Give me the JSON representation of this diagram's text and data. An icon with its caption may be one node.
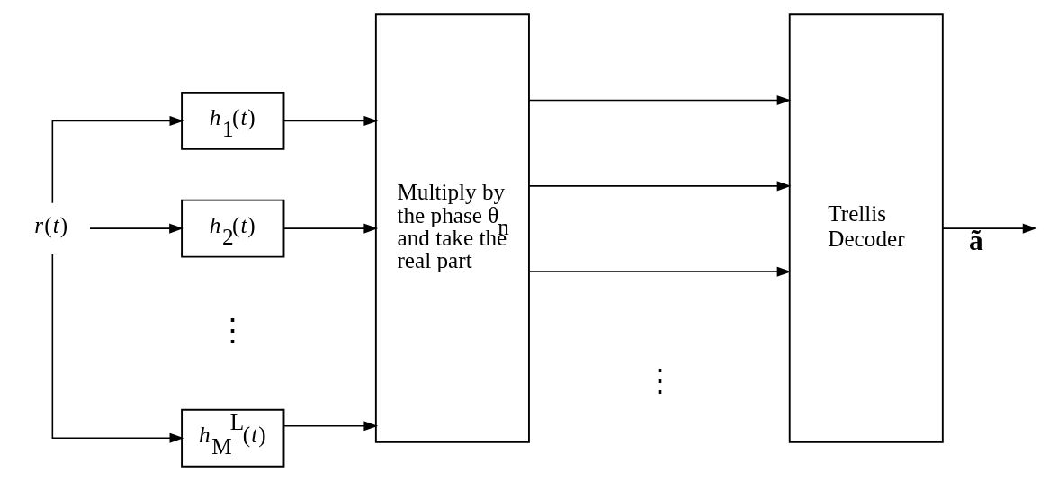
{
  "diagram": {
    "nodes": [
      {
        "text": [
          "*r*(*t*)"
        ]
      },
      {
        "text": [
          "*h*$_{1}$(*t*)"
        ]
      },
      {
        "text": [
          "*h*$_{2}$(*t*)"
        ]
      },
      {
        "text": [
          "*h*$_{M}$$^{L}$(*t*)"
        ]
      },
      {
        "text": [
          "Multiply by the phase θ$_{n}$ and take the real part"
        ]
      },
      {
        "text": [
          "Trellis Decoder"
        ]
      }
    ],
    "edges": [
      {
        "from": 0,
        "to": 1,
        "arrow": "to"
      },
      {
        "from": 0,
        "to": 2,
        "arrow": "to"
      },
      {
        "from": 0,
        "to": 3,
        "arrow": "to"
      },
      {
        "from": 1,
        "to": 4,
        "arrow": "to"
      },
      {
        "from": 2,
        "to": 4,
        "arrow": "to"
      },
      {
        "from": 3,
        "to": 4,
        "arrow": "to"
      },
      {
        "from": 4,
        "to": 5,
        "arrow": "to"
      },
      {
        "from": 4,
        "to": 5,
        "arrow": "to"
      },
      {
        "from": 4,
        "to": 5,
        "arrow": "to"
      },
      {
        "from": 5,
        "to": null,
        "arrow": "to",
        "label": "**ã**"
      }
    ],
    "labels": [
      "⋮",
      "⋮"
    ]
  }
}
